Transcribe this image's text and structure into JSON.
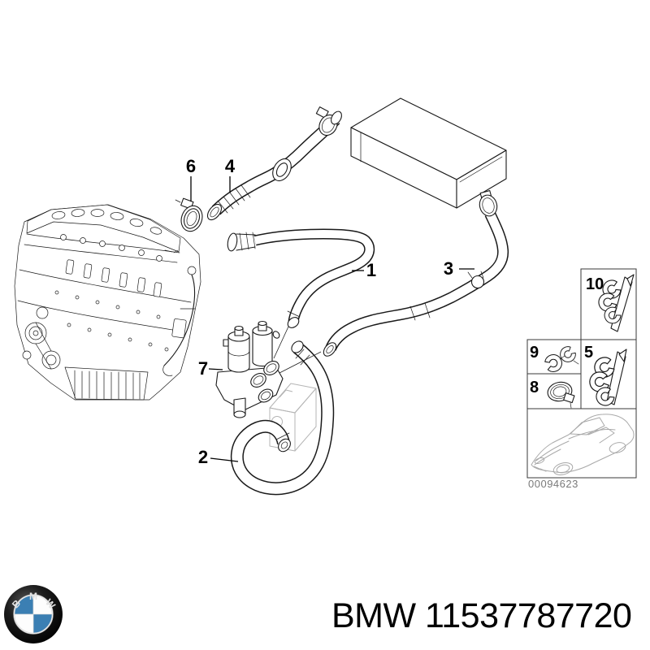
{
  "diagram": {
    "callouts": {
      "hose1": "1",
      "hose2": "2",
      "hose3": "3",
      "hose4": "4",
      "bracket5": "5",
      "clamp6": "6",
      "valve7": "7",
      "clamp8": "8",
      "clip9": "9",
      "bracket10": "10"
    },
    "drawing_number": "00094623"
  },
  "footer": {
    "part_label": "BMW 11537787720"
  },
  "logo": {
    "letters": {
      "b": "B",
      "m": "M",
      "w": "W"
    }
  },
  "colors": {
    "line": "#1a1a1a",
    "ghost_gray": "#b4b4b4",
    "car_gray": "#a9a9a9",
    "number_gray": "#7a7a7a",
    "bmw_blue": "#3b7fb3"
  }
}
